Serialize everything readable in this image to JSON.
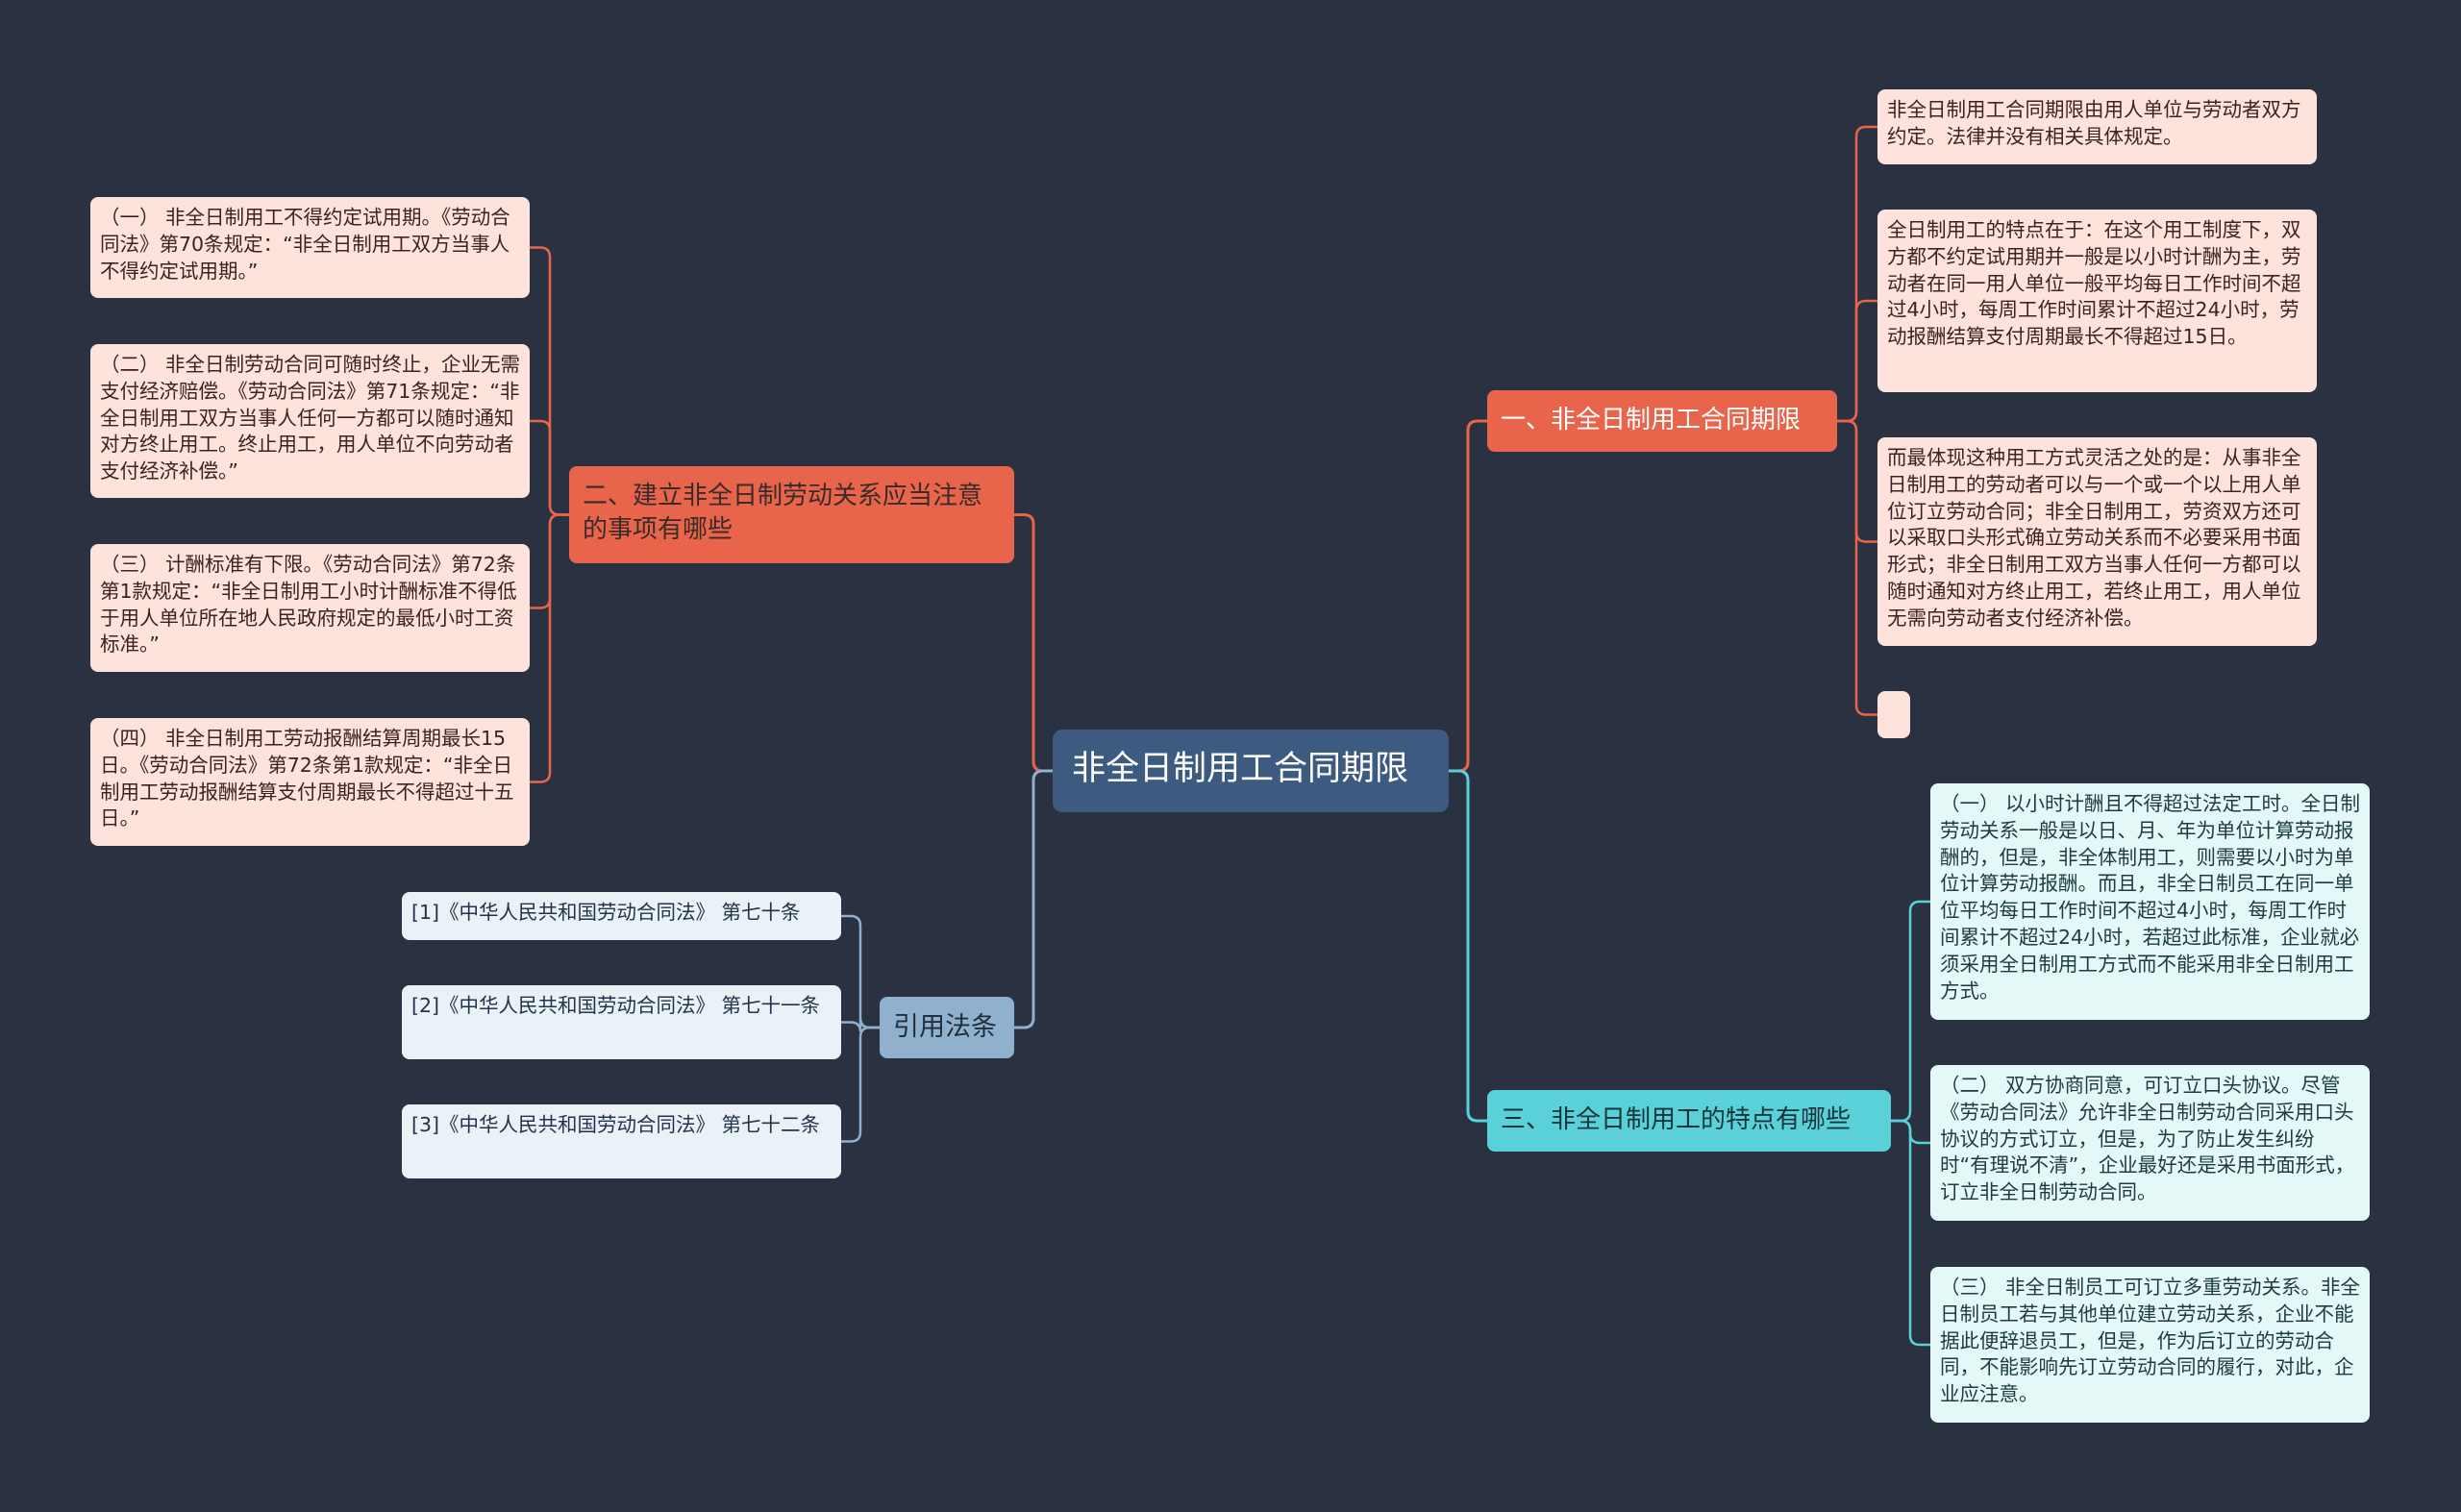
{
  "root": {
    "label": "非全日制用工合同期限"
  },
  "branches": {
    "b1": {
      "label": "一、非全日制用工合同期限",
      "color": "#e8654b",
      "leaves": [
        "非全日制用工合同期限由用人单位与劳动者双方约定。法律并没有相关具体规定。",
        "全日制用工的特点在于：在这个用工制度下，双方都不约定试用期并一般是以小时计酬为主，劳动者在同一用人单位一般平均每日工作时间不超过4小时，每周工作时间累计不超过24小时，劳动报酬结算支付周期最长不得超过15日。",
        "而最体现这种用工方式灵活之处的是：从事非全日制用工的劳动者可以与一个或一个以上用人单位订立劳动合同；非全日制用工，劳资双方还可以采取口头形式确立劳动关系而不必要采用书面形式；非全日制用工双方当事人任何一方都可以随时通知对方终止用工，若终止用工，用人单位无需向劳动者支付经济补偿。",
        ""
      ]
    },
    "b2": {
      "label": "二、建立非全日制劳动关系应当注意的事项有哪些",
      "color": "#e8654b",
      "leaves": [
        "（一） 非全日制用工不得约定试用期。《劳动合同法》第70条规定：“非全日制用工双方当事人不得约定试用期。”",
        "（二） 非全日制劳动合同可随时终止，企业无需支付经济赔偿。《劳动合同法》第71条规定：“非全日制用工双方当事人任何一方都可以随时通知对方终止用工。终止用工，用人单位不向劳动者支付经济补偿。”",
        "（三） 计酬标准有下限。《劳动合同法》第72条第1款规定：“非全日制用工小时计酬标准不得低于用人单位所在地人民政府规定的最低小时工资标准。”",
        "（四） 非全日制用工劳动报酬结算周期最长15日。《劳动合同法》第72条第1款规定：“非全日制用工劳动报酬结算支付周期最长不得超过十五日。”"
      ]
    },
    "b3": {
      "label": "三、非全日制用工的特点有哪些",
      "color": "#5ad1d9",
      "leaves": [
        "（一） 以小时计酬且不得超过法定工时。全日制劳动关系一般是以日、月、年为单位计算劳动报酬的，但是，非全体制用工，则需要以小时为单位计算劳动报酬。而且，非全日制员工在同一单位平均每日工作时间不超过4小时，每周工作时间累计不超过24小时，若超过此标准，企业就必须采用全日制用工方式而不能采用非全日制用工方式。",
        "（二） 双方协商同意，可订立口头协议。尽管《劳动合同法》允许非全日制劳动合同采用口头协议的方式订立，但是，为了防止发生纠纷时“有理说不清”，企业最好还是采用书面形式，订立非全日制劳动合同。",
        "（三） 非全日制员工可订立多重劳动关系。非全日制员工若与其他单位建立劳动关系，企业不能据此便辞退员工，但是，作为后订立的劳动合同，不能影响先订立劳动合同的履行，对此，企业应注意。"
      ]
    },
    "b4": {
      "label": "引用法条",
      "color": "#8fb1cd",
      "leaves": [
        "[1]《中华人民共和国劳动合同法》 第七十条",
        "[2]《中华人民共和国劳动合同法》 第七十一条",
        "[3]《中华人民共和国劳动合同法》 第七十二条"
      ]
    }
  }
}
